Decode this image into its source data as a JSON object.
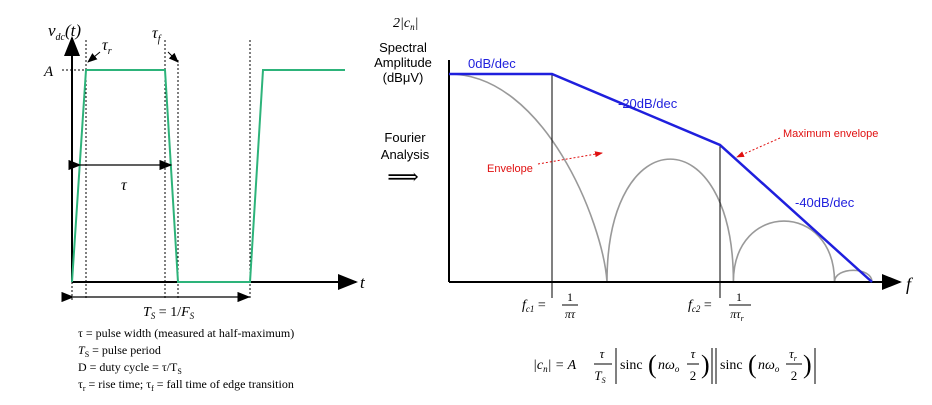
{
  "left_plot": {
    "y_axis_label_main": "v",
    "y_axis_label_sub": "dc",
    "y_axis_label_arg": "(t)",
    "x_axis_label": "t",
    "amplitude_label": "A",
    "rise_label_main": "τ",
    "rise_label_sub": "r",
    "fall_label_main": "τ",
    "fall_label_sub": "f",
    "pulse_width_label": "τ",
    "period_label_main": "T",
    "period_label_sub": "S",
    "period_label_eq": " = 1/",
    "period_label_f": "F",
    "period_label_fsub": "S",
    "colors": {
      "waveform": "#2db37a",
      "axis": "#000000"
    }
  },
  "legend": {
    "line1": "τ = pulse width (measured at half-maximum)",
    "line2_sym": "T",
    "line2_sub": "S",
    "line2_text": " = pulse period",
    "line3": "D = duty cycle = τ/T",
    "line3_sub": "S",
    "line4_a": "τ",
    "line4_a_sub": "r",
    "line4_b": " = rise time;  ",
    "line4_c": "τ",
    "line4_c_sub": "f",
    "line4_d": " = fall time of edge transition"
  },
  "middle": {
    "line1": "Fourier",
    "line2": "Analysis",
    "arrow": "⟹"
  },
  "right_plot": {
    "y_title_formula": "2|c",
    "y_title_formula_sub": "n",
    "y_title_formula_end": "|",
    "y_title_1": "Spectral",
    "y_title_2": "Amplitude",
    "y_title_3": "(dBμV)",
    "x_axis_label": "f",
    "slope_0": "0dB/dec",
    "slope_20": "-20dB/dec",
    "slope_40": "-40dB/dec",
    "annotation_envelope": "Envelope",
    "annotation_max": "Maximum envelope",
    "fc1_label": "f",
    "fc1_sub": "c1",
    "fc1_eq": " = ",
    "fc1_num": "1",
    "fc1_den": "πτ",
    "fc2_label": "f",
    "fc2_sub": "c2",
    "fc2_eq": " = ",
    "fc2_num": "1",
    "fc2_den_main": "πτ",
    "fc2_den_sub": "r",
    "colors": {
      "envelope": "#1f1fdd",
      "spectrum": "#999999",
      "annotation": "#e01010"
    }
  },
  "formula": {
    "lhs": "|c",
    "lhs_sub": "n",
    "lhs_end": "| = A",
    "frac1_num": "τ",
    "frac1_den": "T",
    "frac1_den_sub": "S",
    "sinc1": "sinc",
    "arg1_pre": "nω",
    "arg1_sub": "o",
    "frac2_num": "τ",
    "frac2_den": "2",
    "sinc2": "sinc",
    "arg2_pre": "nω",
    "arg2_sub": "o",
    "frac3_num": "τ",
    "frac3_num_sub": "r",
    "frac3_den": "2"
  }
}
